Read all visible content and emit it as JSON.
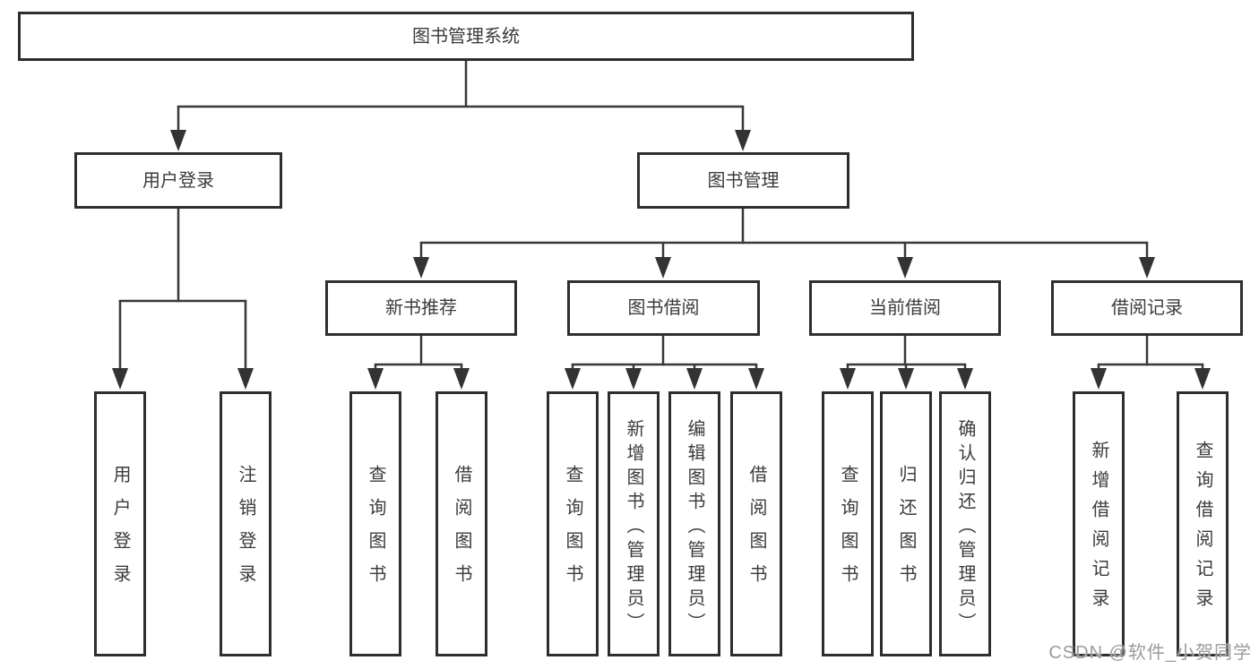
{
  "diagram": {
    "root": {
      "label": "图书管理系统"
    },
    "level2": [
      {
        "label": "用户登录"
      },
      {
        "label": "图书管理"
      }
    ],
    "level3": [
      {
        "label": "新书推荐"
      },
      {
        "label": "图书借阅"
      },
      {
        "label": "当前借阅"
      },
      {
        "label": "借阅记录"
      }
    ],
    "leaves": [
      {
        "label": "用户登录"
      },
      {
        "label": "注销登录"
      },
      {
        "label": "查询图书"
      },
      {
        "label": "借阅图书"
      },
      {
        "label": "查询图书"
      },
      {
        "label": "新增图书（管理员）"
      },
      {
        "label": "编辑图书（管理员）"
      },
      {
        "label": "借阅图书"
      },
      {
        "label": "查询图书"
      },
      {
        "label": "归还图书"
      },
      {
        "label": "确认归还（管理员）"
      },
      {
        "label": "新增借阅记录"
      },
      {
        "label": "查询借阅记录"
      }
    ]
  },
  "watermark": {
    "text": "CSDN @软件_小贺同学"
  },
  "colors": {
    "line": "#383838",
    "border": "#2e2e2e",
    "text": "#3b3b3b",
    "watermark": "#9b9b9b",
    "background": "#ffffff"
  }
}
